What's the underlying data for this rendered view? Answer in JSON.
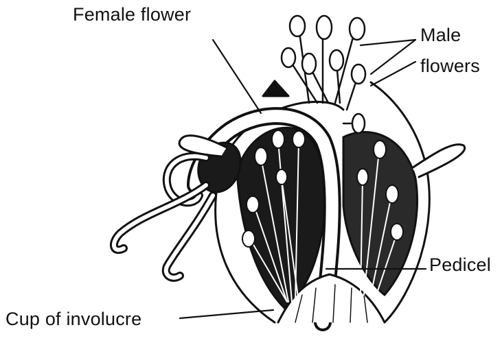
{
  "labels": {
    "female_flower": "Female flower",
    "male_flowers_line1": "Male",
    "male_flowers_line2": "flowers",
    "pedicel": "Pedicel",
    "cup_of_involucre": "Cup of involucre"
  },
  "colors": {
    "ink": "#111111",
    "background": "#ffffff"
  }
}
